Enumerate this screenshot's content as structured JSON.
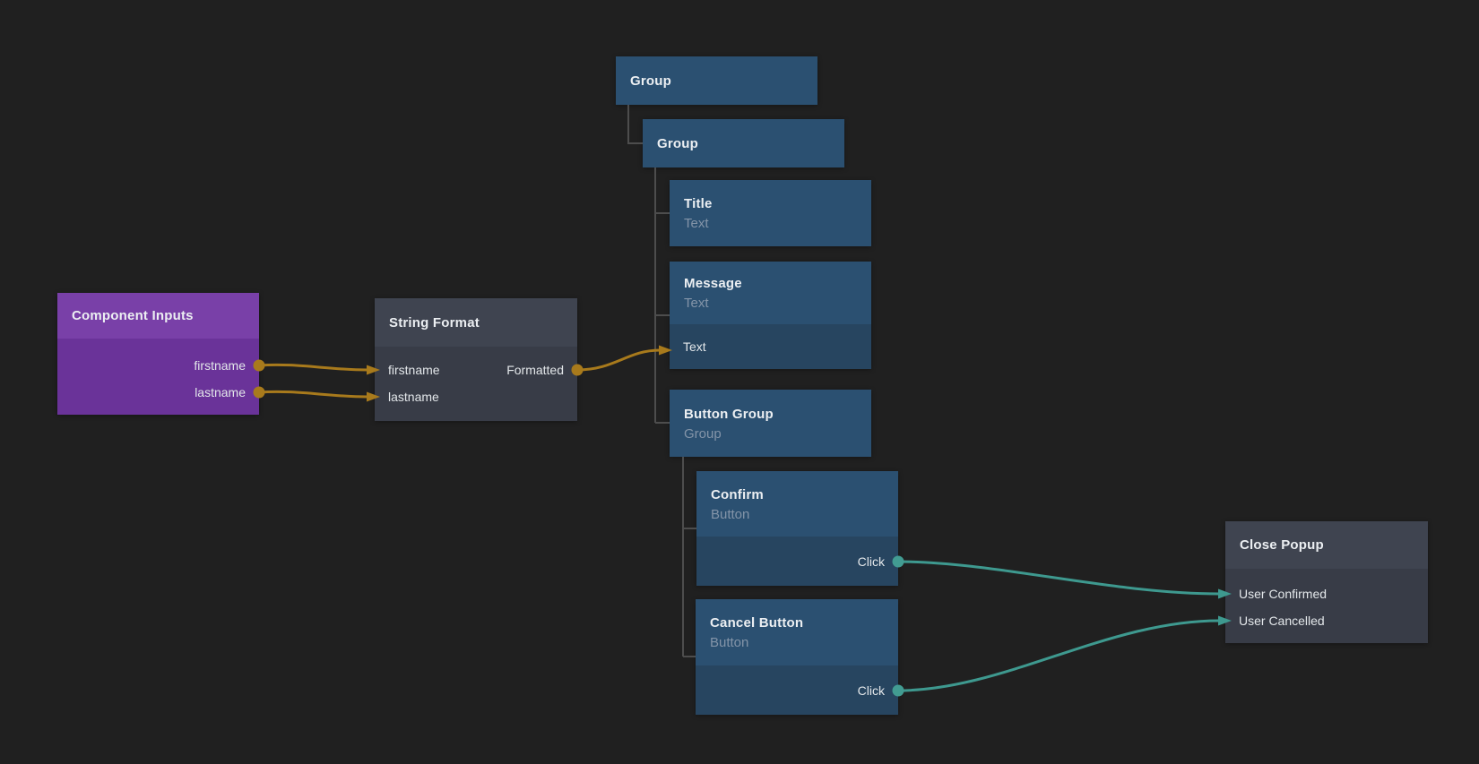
{
  "app": {
    "background": "#202020",
    "view": "node-graph-editor"
  },
  "colors": {
    "node_blue_header": "#2b5071",
    "node_blue_ports": "#274560",
    "node_gray_header": "#3f4450",
    "node_gray_body": "#383c47",
    "node_purple_header": "#7940a8",
    "node_purple_body": "#6a3399",
    "edge_orange": "#a87a1c",
    "edge_teal": "#3e998f",
    "tree_line": "#4d4d4d",
    "title_text": "#eceff2",
    "subtitle_text": "#8394a8",
    "port_text": "#e3e7ea"
  },
  "nodes": {
    "component_inputs": {
      "title": "Component Inputs",
      "outputs": [
        "firstname",
        "lastname"
      ]
    },
    "string_format": {
      "title": "String Format",
      "inputs": [
        "firstname",
        "lastname"
      ],
      "outputs": [
        "Formatted"
      ]
    },
    "group_outer": {
      "title": "Group"
    },
    "group_inner": {
      "title": "Group"
    },
    "title": {
      "title": "Title",
      "subtitle": "Text"
    },
    "message": {
      "title": "Message",
      "subtitle": "Text",
      "inputs": [
        "Text"
      ]
    },
    "button_group": {
      "title": "Button Group",
      "subtitle": "Group"
    },
    "confirm": {
      "title": "Confirm",
      "subtitle": "Button",
      "outputs": [
        "Click"
      ]
    },
    "cancel_button": {
      "title": "Cancel Button",
      "subtitle": "Button",
      "outputs": [
        "Click"
      ]
    },
    "close_popup": {
      "title": "Close Popup",
      "inputs": [
        "User Confirmed",
        "User Cancelled"
      ]
    }
  },
  "edges": [
    {
      "from": "Component Inputs.firstname",
      "to": "String Format.firstname",
      "color": "#a87a1c"
    },
    {
      "from": "Component Inputs.lastname",
      "to": "String Format.lastname",
      "color": "#a87a1c"
    },
    {
      "from": "String Format.Formatted",
      "to": "Message.Text",
      "color": "#a87a1c"
    },
    {
      "from": "Confirm.Click",
      "to": "Close Popup.User Confirmed",
      "color": "#3e998f"
    },
    {
      "from": "Cancel Button.Click",
      "to": "Close Popup.User Cancelled",
      "color": "#3e998f"
    }
  ],
  "hierarchy": [
    {
      "parent": "Group (outer)",
      "children": [
        "Group (inner)"
      ]
    },
    {
      "parent": "Group (inner)",
      "children": [
        "Title",
        "Message",
        "Button Group"
      ]
    },
    {
      "parent": "Button Group",
      "children": [
        "Confirm",
        "Cancel Button"
      ]
    }
  ]
}
